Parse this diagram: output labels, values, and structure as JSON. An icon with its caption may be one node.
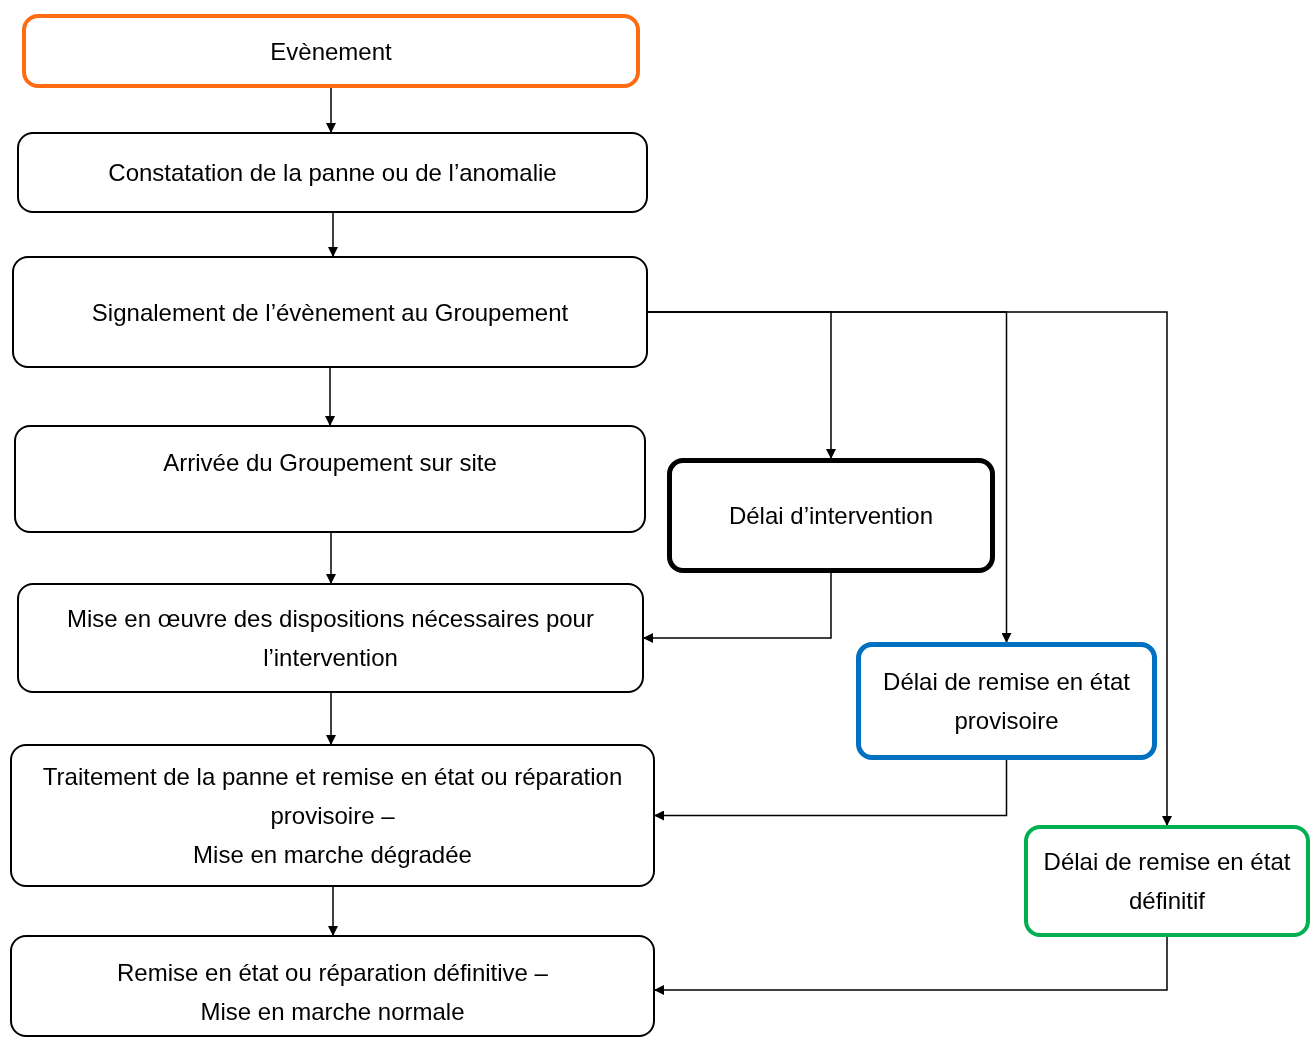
{
  "diagram": {
    "nodes": [
      {
        "text": [
          "Evènement"
        ]
      },
      {
        "text": [
          "Constatation de la panne ou de l’anomalie"
        ]
      },
      {
        "text": [
          "Signalement de l’évènement au Groupement"
        ]
      },
      {
        "text": [
          "Arrivée du Groupement sur site"
        ]
      },
      {
        "text": [
          "Mise en œuvre des dispositions nécessaires pour l’intervention"
        ]
      },
      {
        "text": [
          "Traitement de la panne et remise en état ou réparation provisoire –",
          "Mise en marche dégradée"
        ]
      },
      {
        "text": [
          "Remise en état ou réparation définitive –",
          "Mise en marche normale"
        ]
      },
      {
        "text": [
          "Délai d’intervention"
        ]
      },
      {
        "text": [
          "Délai de remise en état provisoire"
        ]
      },
      {
        "text": [
          "Délai de remise en état définitif"
        ]
      }
    ],
    "edges": [
      {
        "from": 0,
        "to": 1,
        "arrow": "to"
      },
      {
        "from": 1,
        "to": 2,
        "arrow": "to"
      },
      {
        "from": 2,
        "to": 3,
        "arrow": "to"
      },
      {
        "from": 3,
        "to": 4,
        "arrow": "to"
      },
      {
        "from": 4,
        "to": 5,
        "arrow": "to"
      },
      {
        "from": 5,
        "to": 6,
        "arrow": "to"
      },
      {
        "from": 2,
        "to": 7,
        "arrow": "to"
      },
      {
        "from": 2,
        "to": 8,
        "arrow": "to"
      },
      {
        "from": 2,
        "to": 9,
        "arrow": "to"
      },
      {
        "from": 7,
        "to": 4,
        "arrow": "to"
      },
      {
        "from": 8,
        "to": 5,
        "arrow": "to"
      },
      {
        "from": 9,
        "to": 6,
        "arrow": "to"
      }
    ]
  }
}
